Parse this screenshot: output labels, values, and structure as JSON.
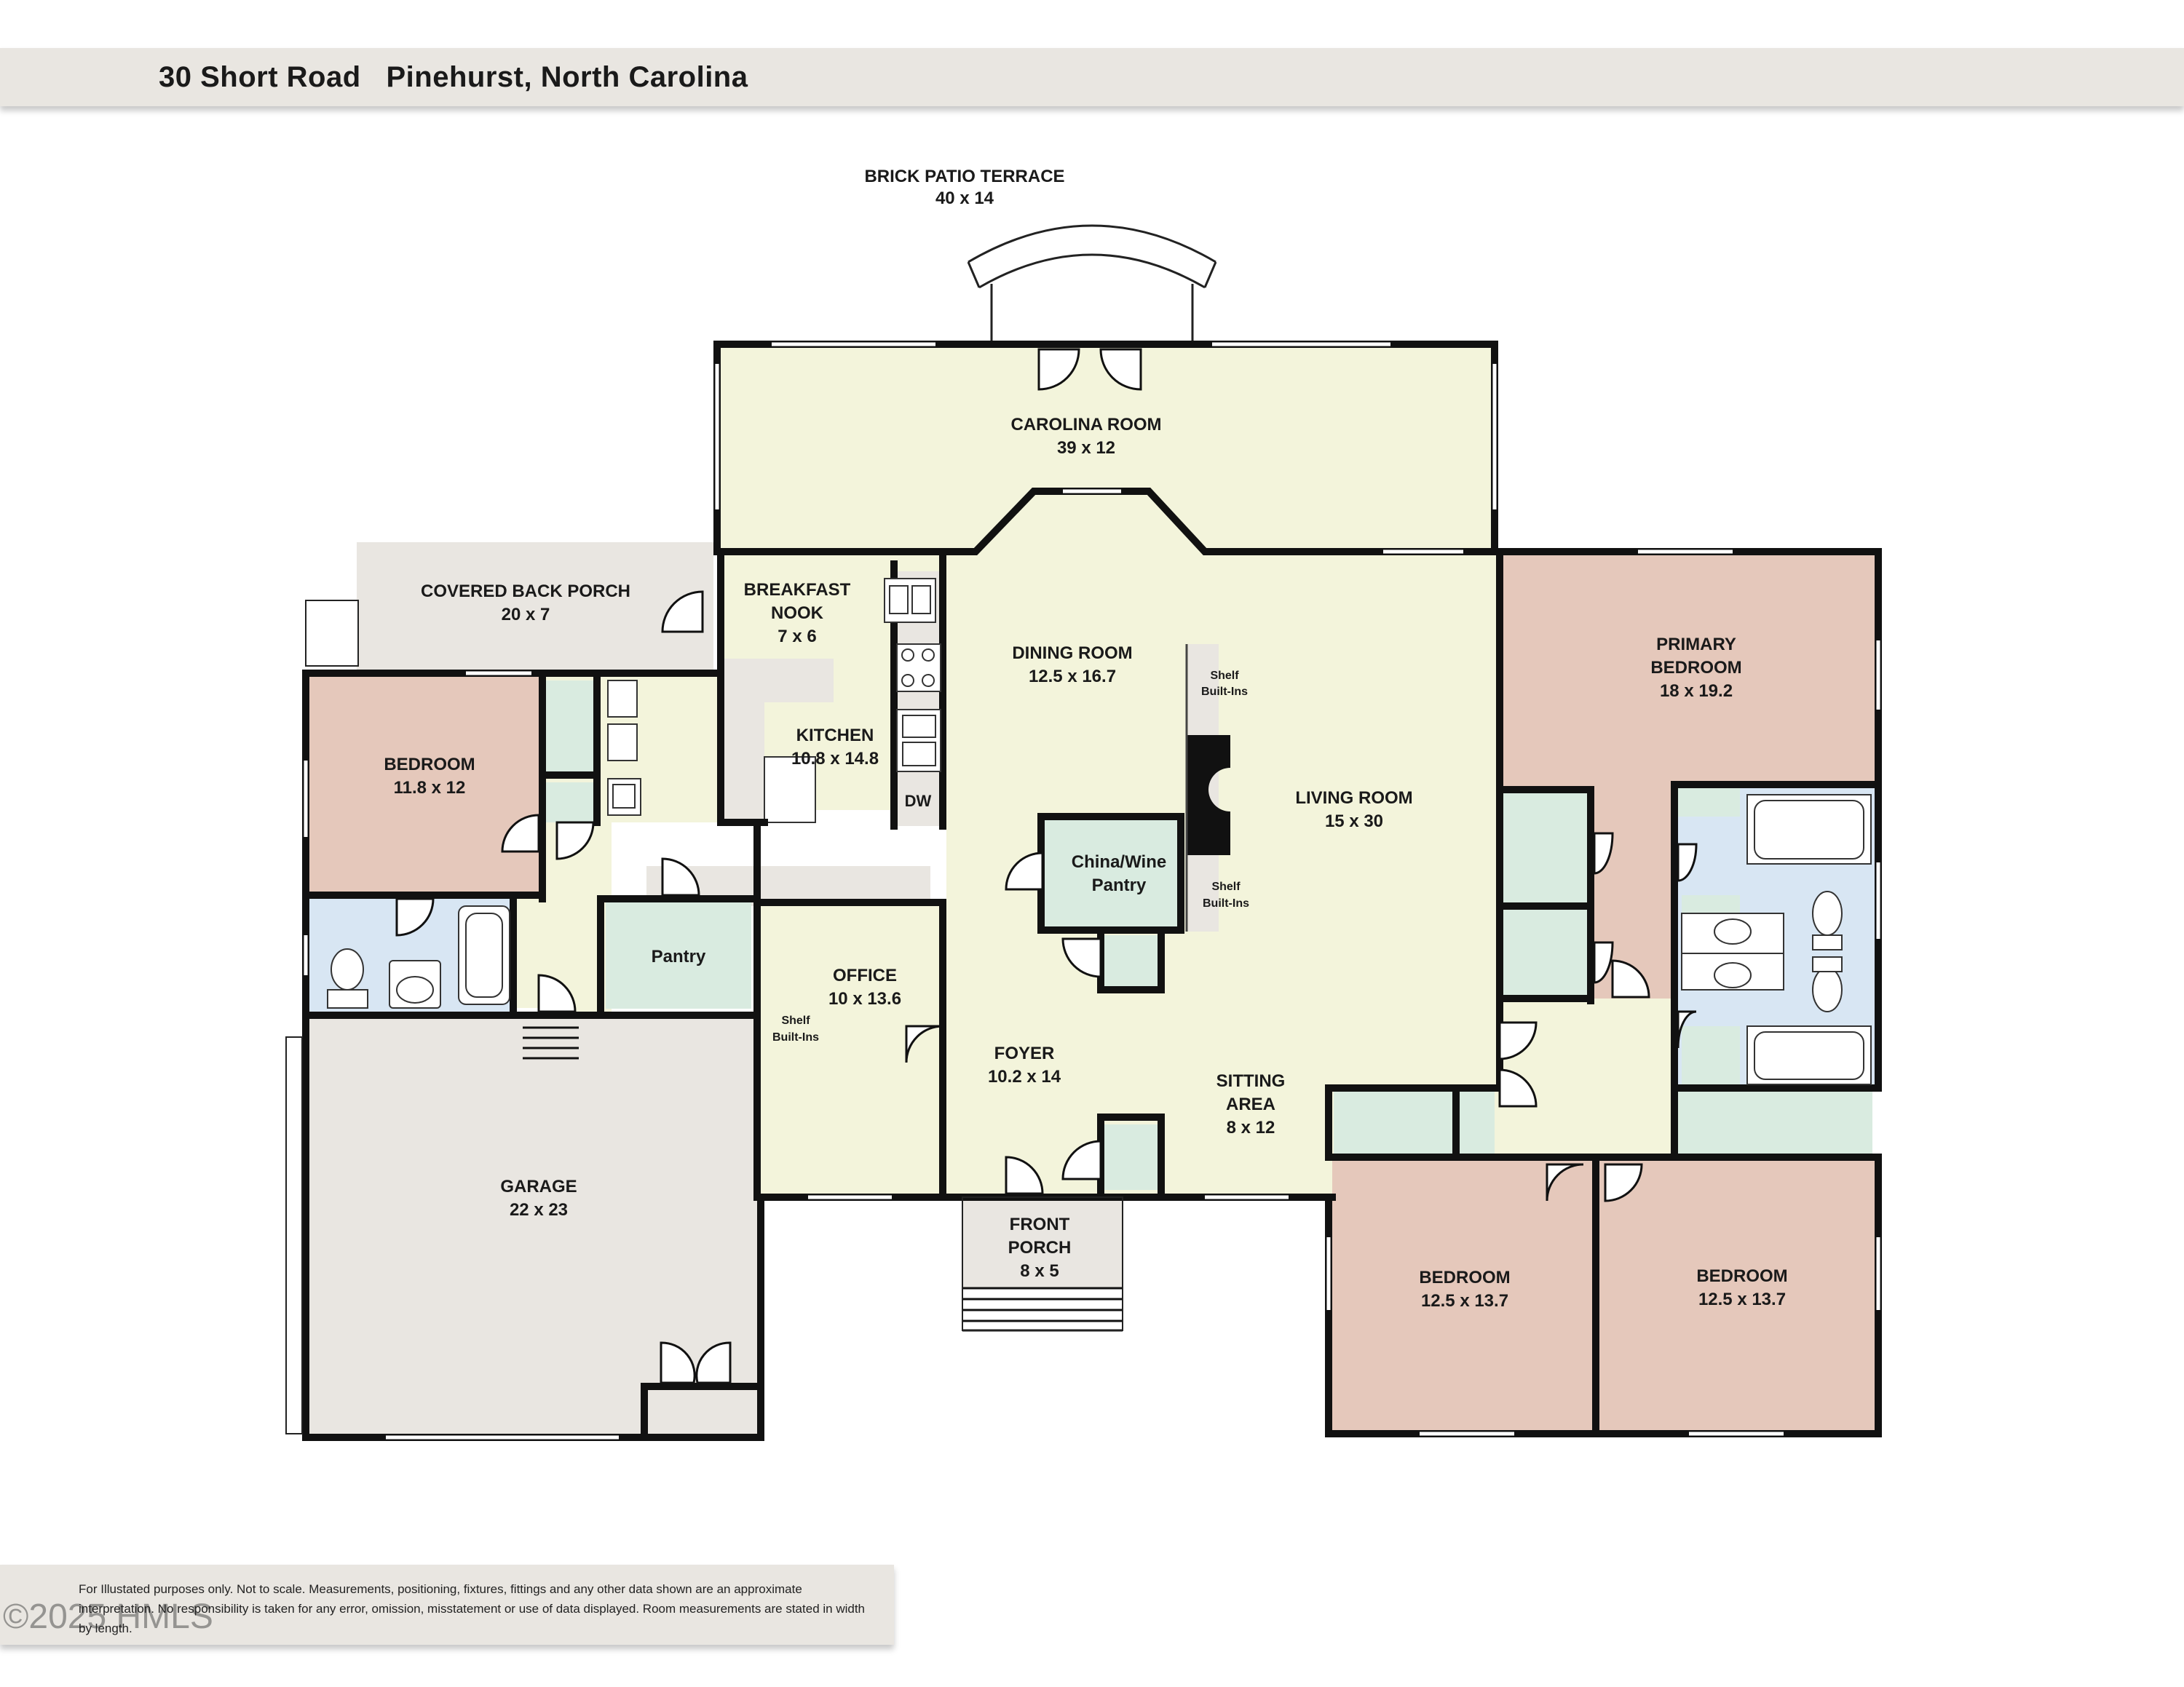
{
  "header": {
    "title": "30 Short Road   Pinehurst, North Carolina"
  },
  "rooms": {
    "patio": {
      "name": "BRICK PATIO TERRACE",
      "dims": "40 x 14"
    },
    "carolina": {
      "name": "CAROLINA ROOM",
      "dims": "39 x 12"
    },
    "back_porch": {
      "name": "COVERED BACK PORCH",
      "dims": "20 x 7"
    },
    "nook": {
      "name1": "BREAKFAST",
      "name2": "NOOK",
      "dims": "7 x 6"
    },
    "dining": {
      "name": "DINING ROOM",
      "dims": "12.5 x 16.7"
    },
    "kitchen": {
      "name": "KITCHEN",
      "dims": "10.8 x 14.8"
    },
    "bedroom_w": {
      "name": "BEDROOM",
      "dims": "11.8 x 12"
    },
    "living": {
      "name": "LIVING ROOM",
      "dims": "15 x 30"
    },
    "primary": {
      "name1": "PRIMARY",
      "name2": "BEDROOM",
      "dims": "18 x 19.2"
    },
    "china": {
      "name1": "China/Wine",
      "name2": "Pantry"
    },
    "pantry": {
      "name": "Pantry"
    },
    "office": {
      "name": "OFFICE",
      "dims": "10 x 13.6"
    },
    "foyer": {
      "name": "FOYER",
      "dims": "10.2 x 14"
    },
    "sitting": {
      "name1": "SITTING",
      "name2": "AREA",
      "dims": "8 x 12"
    },
    "garage": {
      "name": "GARAGE",
      "dims": "22 x 23"
    },
    "front_porch": {
      "name1": "FRONT",
      "name2": "PORCH",
      "dims": "8 x 5"
    },
    "bedroom_s1": {
      "name": "BEDROOM",
      "dims": "12.5 x 13.7"
    },
    "bedroom_s2": {
      "name": "BEDROOM",
      "dims": "12.5 x 13.7"
    }
  },
  "labels": {
    "shelf1": "Shelf",
    "builtins1": "Built-Ins",
    "shelf2": "Shelf",
    "builtins2": "Built-Ins",
    "shelf3": "Shelf",
    "builtins3": "Built-Ins",
    "dw": "DW"
  },
  "colors": {
    "yellow": "#f3f4db",
    "bedroom": "#e5c8bb",
    "bath": "#d8e6f3",
    "closet": "#d9ebe0",
    "gray": "#e9e6e1",
    "wall": "#111111"
  },
  "footer": {
    "disclaimer": "For Illustated purposes only. Not to scale. Measurements, positioning, fixtures, fittings and any other data shown are an approximate interpretation. No responsibility is taken for any error, omission, misstatement or use of data displayed. Room measurements are stated in width by length.",
    "copyright": "©2025 HMLS"
  }
}
